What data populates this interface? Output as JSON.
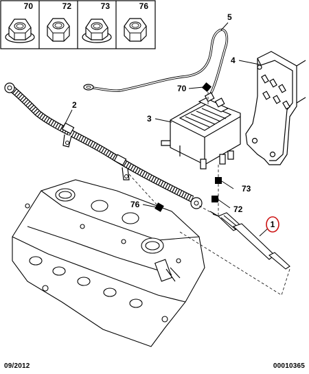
{
  "legend": {
    "items": [
      {
        "ref": "70",
        "icon": "hex-nut-icon"
      },
      {
        "ref": "72",
        "icon": "hex-nut-icon"
      },
      {
        "ref": "73",
        "icon": "hex-nut-icon"
      },
      {
        "ref": "76",
        "icon": "hex-nut-icon"
      }
    ]
  },
  "callouts": {
    "c1": "1",
    "c2": "2",
    "c3": "3",
    "c4": "4",
    "c5": "5",
    "c70": "70",
    "c72": "72",
    "c73": "73",
    "c76": "76"
  },
  "footer": {
    "date": "09/2012",
    "ref": "00010365"
  },
  "colors": {
    "line": "#000000",
    "highlight_circle": "#cc1111"
  }
}
